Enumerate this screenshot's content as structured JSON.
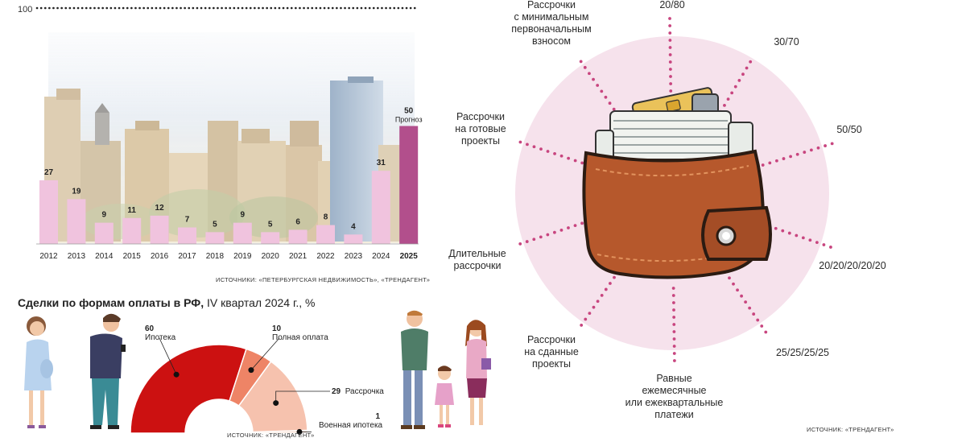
{
  "bar_chart": {
    "axis_top_label": "100",
    "source": "ИСТОЧНИКИ: «ПЕТЕРБУРГСКАЯ НЕДВИЖИМОСТЬ», «ТРЕНДАГЕНТ»",
    "forecast_label": "Прогноз",
    "colors": {
      "actual": "#f0c3de",
      "forecast": "#b24f8c"
    }
  },
  "pie_section": {
    "title_bold": "Сделки по формам оплаты в РФ,",
    "title_rest": " IV квартал 2024 г., %",
    "source": "ИСТОЧНИК: «ТРЕНДАГЕНТ»",
    "colors": [
      "#cc1111",
      "#ee8466",
      "#f6c2ae",
      "#fbe0d2"
    ]
  },
  "wallet": {
    "labels": {
      "minimal": "Рассрочки\nс минимальным\nпервоначальным\nвзносом",
      "s2080": "20/80",
      "s3070": "30/70",
      "s5050": "50/50",
      "s20x5": "20/20/20/20/20",
      "s25x4": "25/25/25/25",
      "equal": "Равные\nежемесячные\nили ежеквартальные\nплатежи",
      "rented": "Рассрочки\nна сданные\nпроекты",
      "long": "Длительные\nрассрочки",
      "ready": "Рассрочки\nна готовые\nпроекты"
    },
    "source": "ИСТОЧНИК: «ТРЕНДАГЕНТ»",
    "colors": {
      "circle": "#f6e2ec",
      "dots": "#c8457f",
      "leather": "#b6582c"
    }
  },
  "chart_data": [
    {
      "type": "bar",
      "categories": [
        "2012",
        "2013",
        "2014",
        "2015",
        "2016",
        "2017",
        "2018",
        "2019",
        "2020",
        "2021",
        "2022",
        "2023",
        "2024",
        "2025"
      ],
      "values": [
        27,
        19,
        9,
        11,
        12,
        7,
        5,
        9,
        5,
        6,
        8,
        4,
        31,
        50
      ],
      "ylim": [
        0,
        100
      ],
      "annotations": [
        {
          "category": "2025",
          "text": "Прогноз"
        }
      ]
    },
    {
      "type": "pie",
      "title": "Сделки по формам оплаты в РФ, IV квартал 2024 г., %",
      "series": [
        {
          "name": "Ипотека",
          "value": 60
        },
        {
          "name": "Полная оплата",
          "value": 10
        },
        {
          "name": "Рассрочка",
          "value": 29
        },
        {
          "name": "Военная ипотека",
          "value": 1
        }
      ]
    }
  ]
}
